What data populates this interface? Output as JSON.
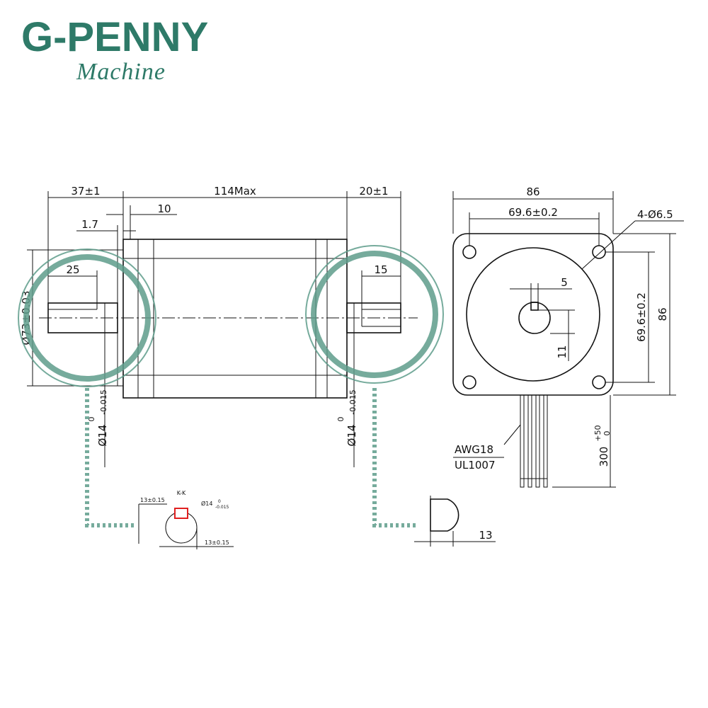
{
  "brand": {
    "name": "G-PENNY",
    "tagline": "Machine"
  },
  "side_view": {
    "dims": {
      "front_shaft": "37±1",
      "body_length": "114Max",
      "rear_shaft": "20±1",
      "flange": "10",
      "boss": "1.7",
      "key_length": "25",
      "rear_flat": "15",
      "pilot_dia": "Ø73±0.03",
      "shaft_dia_front": "Ø14",
      "shaft_dia_rear": "Ø14",
      "tol_upper": "0",
      "tol_lower": "-0.015"
    }
  },
  "front_view": {
    "dims": {
      "width": "86",
      "hole_pitch_h": "69.6±0.2",
      "holes": "4-Ø6.5",
      "hole_pitch_v": "69.6±0.2",
      "height": "86",
      "key_width": "5",
      "key_depth": "11",
      "wire_gauge": "AWG18",
      "wire_type": "UL1007",
      "lead_length": "300",
      "lead_tol_upper": "+50",
      "lead_tol_lower": "0"
    }
  },
  "section_kk": {
    "label": "K-K",
    "dim_top": "13±0.15",
    "dim_bottom": "13±0.15",
    "dia": "Ø14",
    "dia_tol_upper": "0",
    "dia_tol_lower": "-0.015"
  },
  "section_flat": {
    "dim": "13"
  }
}
